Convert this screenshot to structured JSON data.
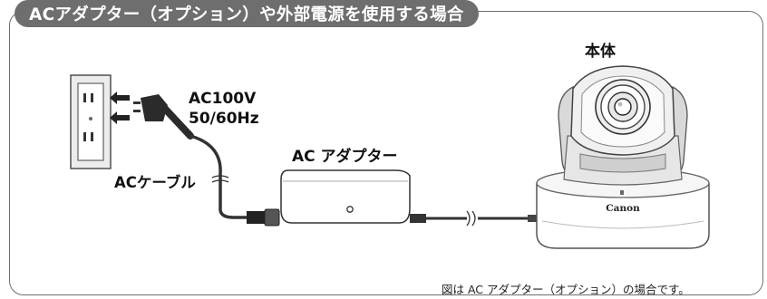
{
  "header": {
    "title": "ACアダプター（オプション）や外部電源を使用する場合"
  },
  "labels": {
    "camera_body": "本体",
    "power_spec_line1": "AC100V",
    "power_spec_line2": "50/60Hz",
    "adapter": "AC アダプター",
    "ac_cable": "ACケーブル",
    "camera_brand": "Canon"
  },
  "footnote": "図は AC アダプター（オプション）の場合です。"
}
